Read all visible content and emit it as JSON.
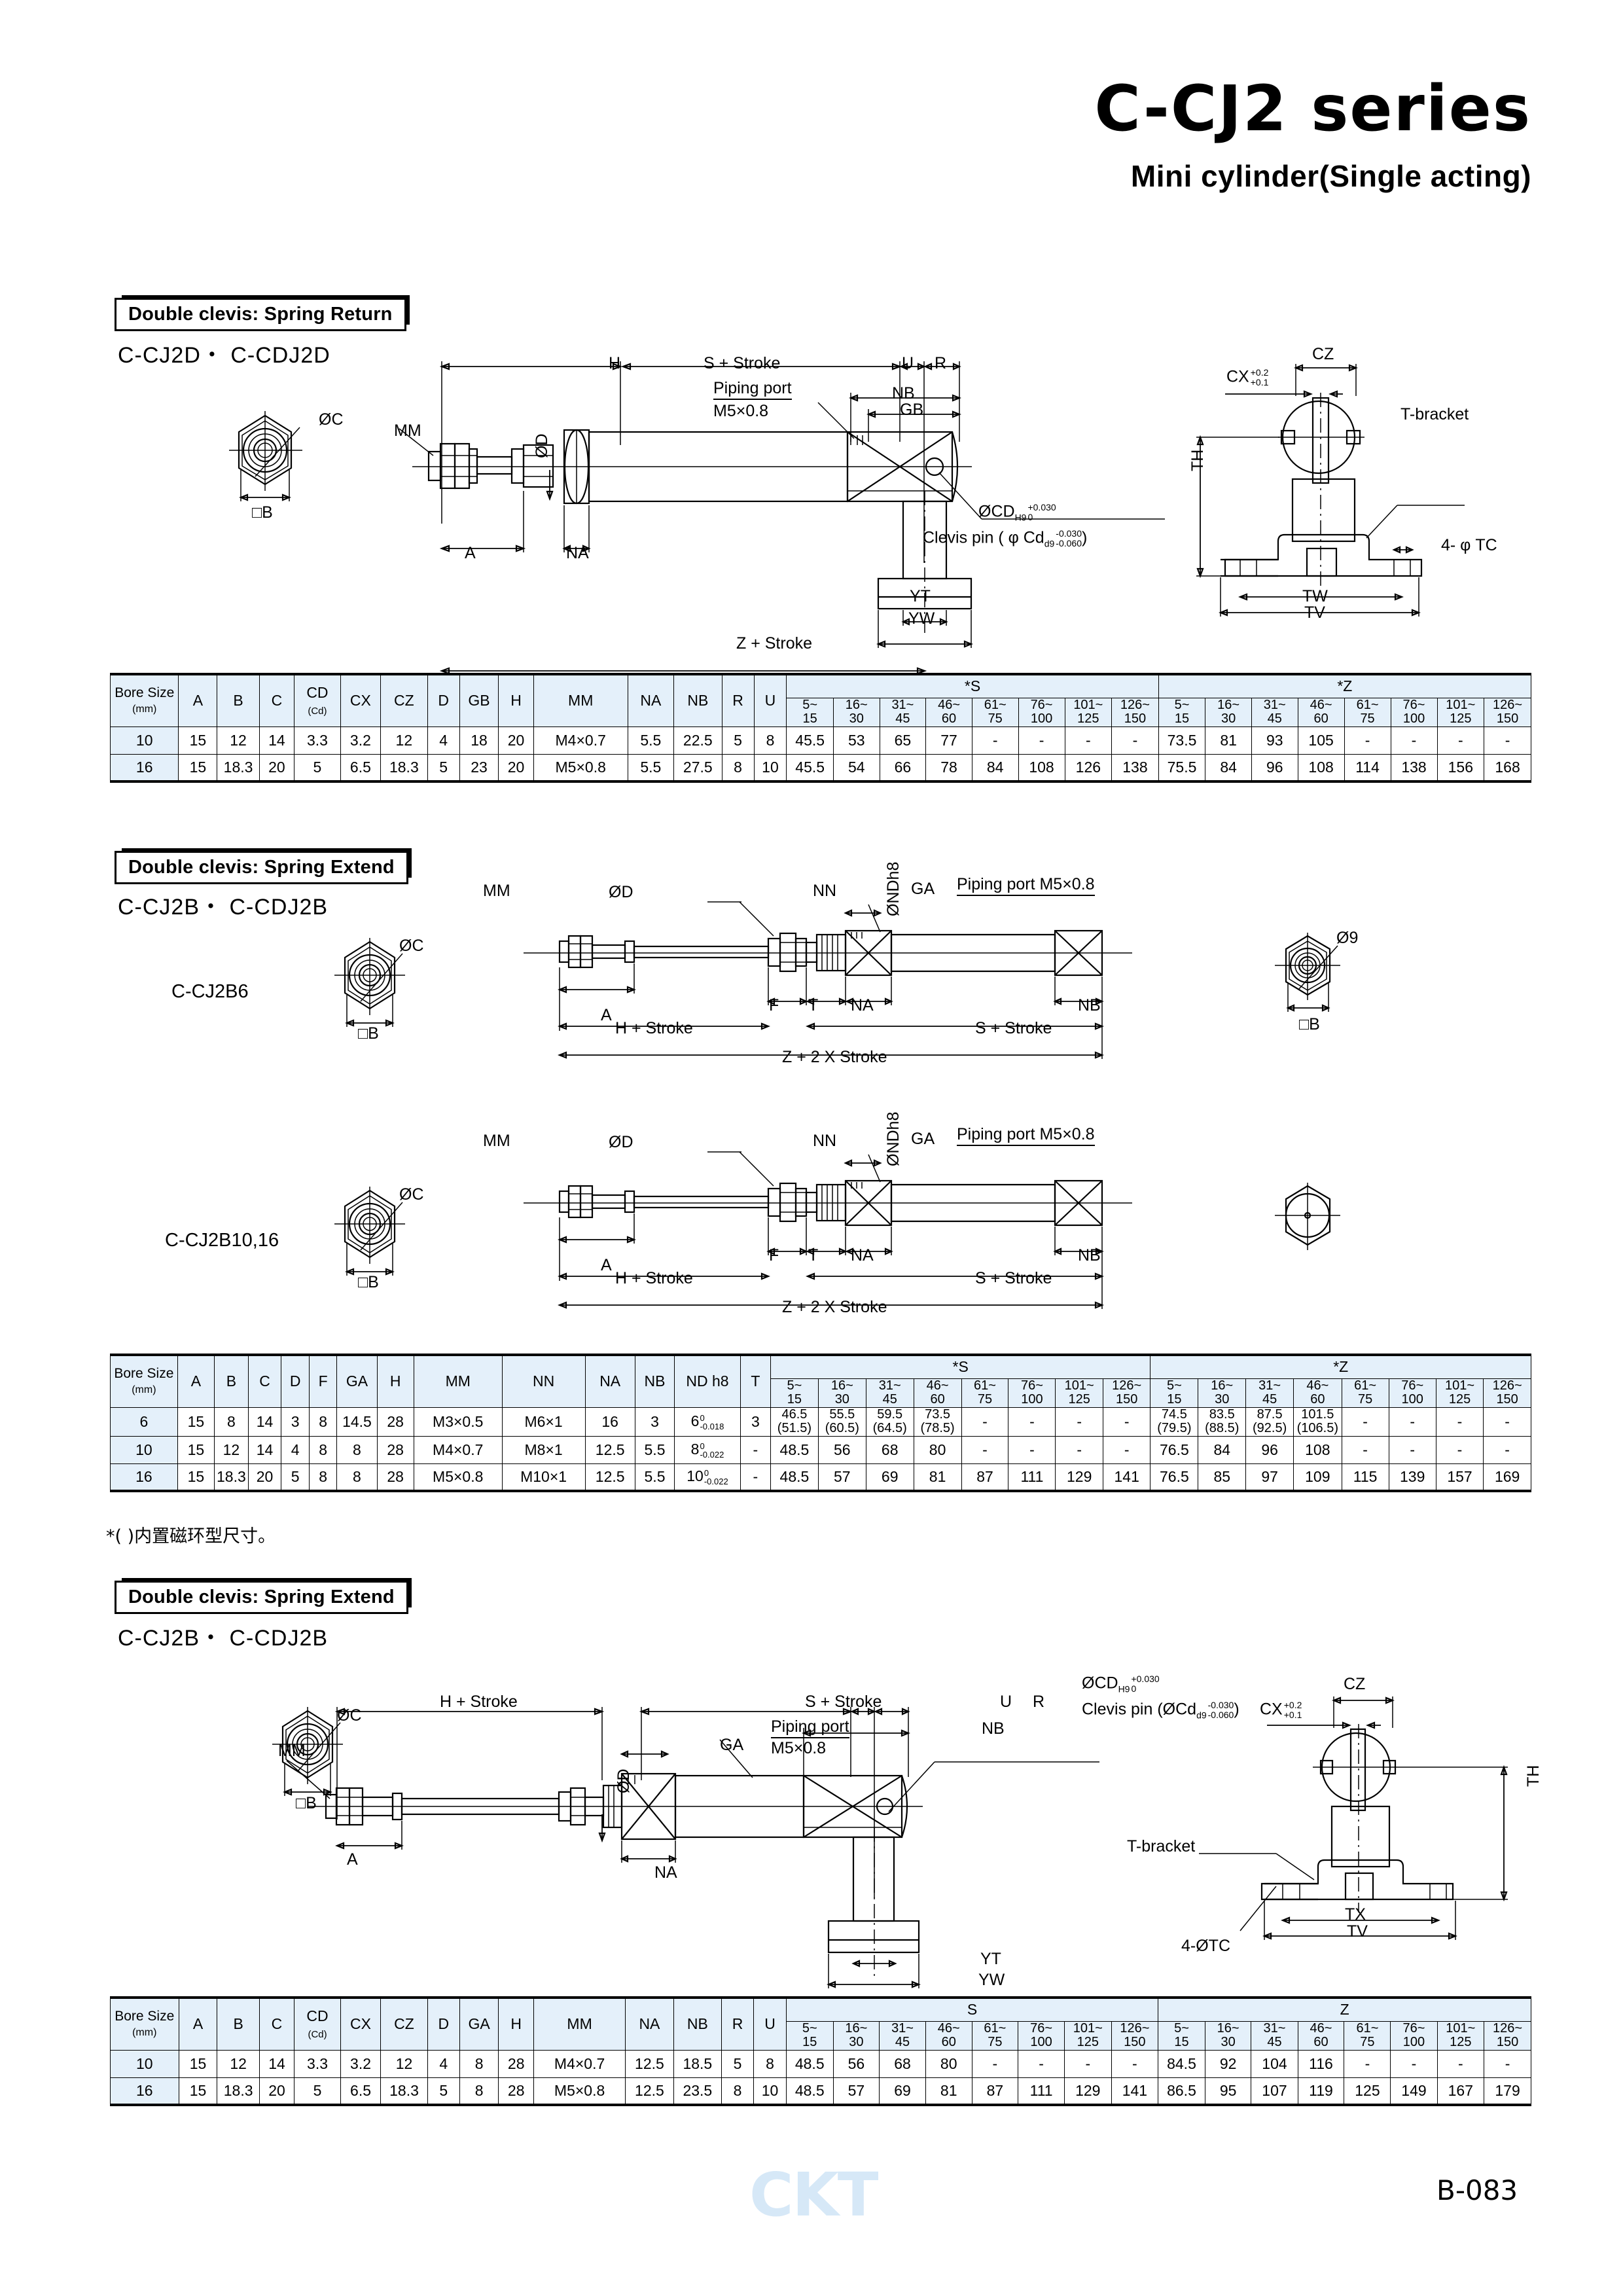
{
  "header": {
    "title": "C-CJ2 series",
    "subtitle": "Mini cylinder(Single acting)"
  },
  "sections": [
    {
      "plate": "Double clevis: Spring Return",
      "models": "C-CJ2D・ C-CDJ2D"
    },
    {
      "plate": "Double clevis: Spring Extend",
      "models": "C-CJ2B・ C-CDJ2B",
      "variant_a": "C-CJ2B6",
      "variant_b": "C-CJ2B10,16"
    },
    {
      "plate": "Double clevis: Spring Extend",
      "models": "C-CJ2B・ C-CDJ2B"
    }
  ],
  "drawing_labels": {
    "H": "H",
    "A": "A",
    "MM": "MM",
    "OD": "ØD",
    "NA": "NA",
    "NB": "NB",
    "GB": "GB",
    "GA": "GA",
    "U": "U",
    "R": "R",
    "T": "T",
    "F": "F",
    "NN": "NN",
    "OC": "ØC",
    "B": "B",
    "O9": "Ø9",
    "ONDh8": "ØNDh8",
    "s_stroke": "S + Stroke",
    "z_stroke": "Z + Stroke",
    "h_stroke": "H + Stroke",
    "z2_stroke": "Z + 2  X Stroke",
    "piping_port": "Piping port",
    "piping_thread": "M5×0.8",
    "piping_port_inline": "Piping port  M5×0.8",
    "ocd": "ØCD",
    "ocd_sub": "H9",
    "ocd_tol_top": "+0.030",
    "ocd_tol_bot": "0",
    "clevis_pin_pre": "Clevis pin ( φ Cd",
    "clevis_pin_pre2": "Clevis pin (ØCd",
    "clevis_sub": "d9",
    "clevis_tol_top": "-0.030",
    "clevis_tol_bot": "-0.060",
    "clevis_close": ")",
    "YT": "YT",
    "YW": "YW",
    "TH": "TH",
    "TW": "TW",
    "TV": "TV",
    "TX": "TX",
    "CX": "CX",
    "CX_tol_top": "+0.2",
    "CX_tol_bot": "+0.1",
    "CZ": "CZ",
    "t_bracket": "T-bracket",
    "tc4": "4- φ TC",
    "tc4b": "4-ØTC"
  },
  "note": "*( )内置磁环型尺寸。",
  "footer": {
    "logo": "CKT",
    "page": "B-083"
  },
  "table1": {
    "bore_header": "Bore Size",
    "bore_unit": "(mm)",
    "cols": [
      "A",
      "B",
      "C",
      "CD",
      "CX",
      "CZ",
      "D",
      "GB",
      "H",
      "MM",
      "NA",
      "NB",
      "R",
      "U"
    ],
    "cd_sub": "(Cd)",
    "group_s": "*S",
    "group_z": "*Z",
    "ranges": [
      "5~\n15",
      "16~\n30",
      "31~\n45",
      "46~\n60",
      "61~\n75",
      "76~\n100",
      "101~\n125",
      "126~\n150"
    ],
    "rows": [
      {
        "bore": "10",
        "vals": [
          "15",
          "12",
          "14",
          "3.3",
          "3.2",
          "12",
          "4",
          "18",
          "20",
          "M4×0.7",
          "5.5",
          "22.5",
          "5",
          "8"
        ],
        "S": [
          "45.5",
          "53",
          "65",
          "77",
          "-",
          "-",
          "-",
          "-"
        ],
        "Z": [
          "73.5",
          "81",
          "93",
          "105",
          "-",
          "-",
          "-",
          "-"
        ]
      },
      {
        "bore": "16",
        "vals": [
          "15",
          "18.3",
          "20",
          "5",
          "6.5",
          "18.3",
          "5",
          "23",
          "20",
          "M5×0.8",
          "5.5",
          "27.5",
          "8",
          "10"
        ],
        "S": [
          "45.5",
          "54",
          "66",
          "78",
          "84",
          "108",
          "126",
          "138"
        ],
        "Z": [
          "75.5",
          "84",
          "96",
          "108",
          "114",
          "138",
          "156",
          "168"
        ]
      }
    ]
  },
  "table2": {
    "bore_header": "Bore Size",
    "bore_unit": "(mm)",
    "cols": [
      "A",
      "B",
      "C",
      "D",
      "F",
      "GA",
      "H",
      "MM",
      "NN",
      "NA",
      "NB",
      "ND h8",
      "T"
    ],
    "group_s": "*S",
    "group_z": "*Z",
    "ranges": [
      "5~\n15",
      "16~\n30",
      "31~\n45",
      "46~\n60",
      "61~\n75",
      "76~\n100",
      "101~\n125",
      "126~\n150"
    ],
    "rows": [
      {
        "bore": "6",
        "vals": [
          "15",
          "8",
          "14",
          "3",
          "8",
          "14.5",
          "28",
          "M3×0.5",
          "M6×1",
          "16",
          "3",
          "6",
          "3"
        ],
        "nd_tol_top": "0",
        "nd_tol_bot": "-0.018",
        "S": [
          "46.5\n(51.5)",
          "55.5\n(60.5)",
          "59.5\n(64.5)",
          "73.5\n(78.5)",
          "-",
          "-",
          "-",
          "-"
        ],
        "Z": [
          "74.5\n(79.5)",
          "83.5\n(88.5)",
          "87.5\n(92.5)",
          "101.5\n(106.5)",
          "-",
          "-",
          "-",
          "-"
        ]
      },
      {
        "bore": "10",
        "vals": [
          "15",
          "12",
          "14",
          "4",
          "8",
          "8",
          "28",
          "M4×0.7",
          "M8×1",
          "12.5",
          "5.5",
          "8",
          "-"
        ],
        "nd_tol_top": "0",
        "nd_tol_bot": "-0.022",
        "S": [
          "48.5",
          "56",
          "68",
          "80",
          "-",
          "-",
          "-",
          "-"
        ],
        "Z": [
          "76.5",
          "84",
          "96",
          "108",
          "-",
          "-",
          "-",
          "-"
        ]
      },
      {
        "bore": "16",
        "vals": [
          "15",
          "18.3",
          "20",
          "5",
          "8",
          "8",
          "28",
          "M5×0.8",
          "M10×1",
          "12.5",
          "5.5",
          "10",
          "-"
        ],
        "nd_tol_top": "0",
        "nd_tol_bot": "-0.022",
        "S": [
          "48.5",
          "57",
          "69",
          "81",
          "87",
          "111",
          "129",
          "141"
        ],
        "Z": [
          "76.5",
          "85",
          "97",
          "109",
          "115",
          "139",
          "157",
          "169"
        ]
      }
    ]
  },
  "table3": {
    "bore_header": "Bore Size",
    "bore_unit": "(mm)",
    "cols": [
      "A",
      "B",
      "C",
      "CD",
      "CX",
      "CZ",
      "D",
      "GA",
      "H",
      "MM",
      "NA",
      "NB",
      "R",
      "U"
    ],
    "cd_sub": "(Cd)",
    "group_s": "S",
    "group_z": "Z",
    "ranges": [
      "5~\n15",
      "16~\n30",
      "31~\n45",
      "46~\n60",
      "61~\n75",
      "76~\n100",
      "101~\n125",
      "126~\n150"
    ],
    "rows": [
      {
        "bore": "10",
        "vals": [
          "15",
          "12",
          "14",
          "3.3",
          "3.2",
          "12",
          "4",
          "8",
          "28",
          "M4×0.7",
          "12.5",
          "18.5",
          "5",
          "8"
        ],
        "S": [
          "48.5",
          "56",
          "68",
          "80",
          "-",
          "-",
          "-",
          "-"
        ],
        "Z": [
          "84.5",
          "92",
          "104",
          "116",
          "-",
          "-",
          "-",
          "-"
        ]
      },
      {
        "bore": "16",
        "vals": [
          "15",
          "18.3",
          "20",
          "5",
          "6.5",
          "18.3",
          "5",
          "8",
          "28",
          "M5×0.8",
          "12.5",
          "23.5",
          "8",
          "10"
        ],
        "S": [
          "48.5",
          "57",
          "69",
          "81",
          "87",
          "111",
          "129",
          "141"
        ],
        "Z": [
          "86.5",
          "95",
          "107",
          "119",
          "125",
          "149",
          "167",
          "179"
        ]
      }
    ]
  }
}
